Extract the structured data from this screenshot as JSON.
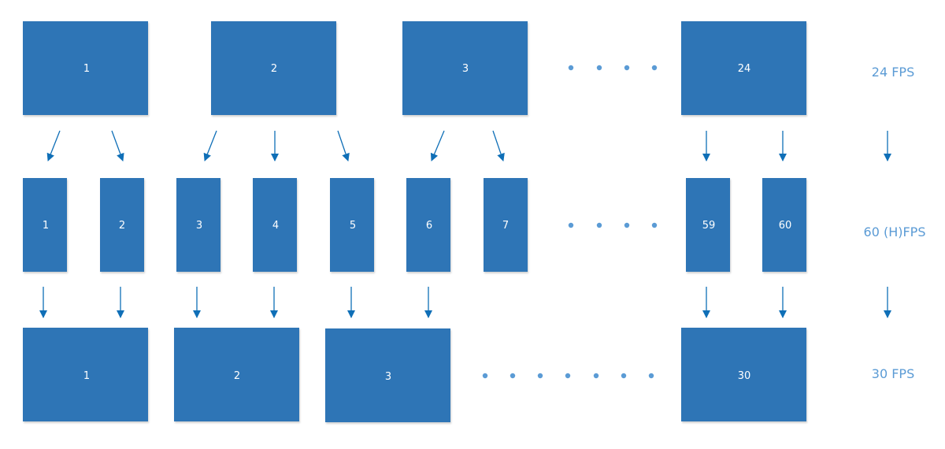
{
  "colors": {
    "frame": "#2e75b6",
    "frame_text": "#ffffff",
    "rate_text": "#5b9bd5",
    "dots": "#5b9bd5",
    "arrows": "#0f6fb7"
  },
  "rows": [
    {
      "rate_label": "24 FPS",
      "frames": [
        "1",
        "2",
        "3",
        "24"
      ]
    },
    {
      "rate_label": "60 (H)FPS",
      "frames": [
        "1",
        "2",
        "3",
        "4",
        "5",
        "6",
        "7",
        "59",
        "60"
      ]
    },
    {
      "rate_label": "30 FPS",
      "frames": [
        "1",
        "2",
        "3",
        "30"
      ]
    }
  ]
}
